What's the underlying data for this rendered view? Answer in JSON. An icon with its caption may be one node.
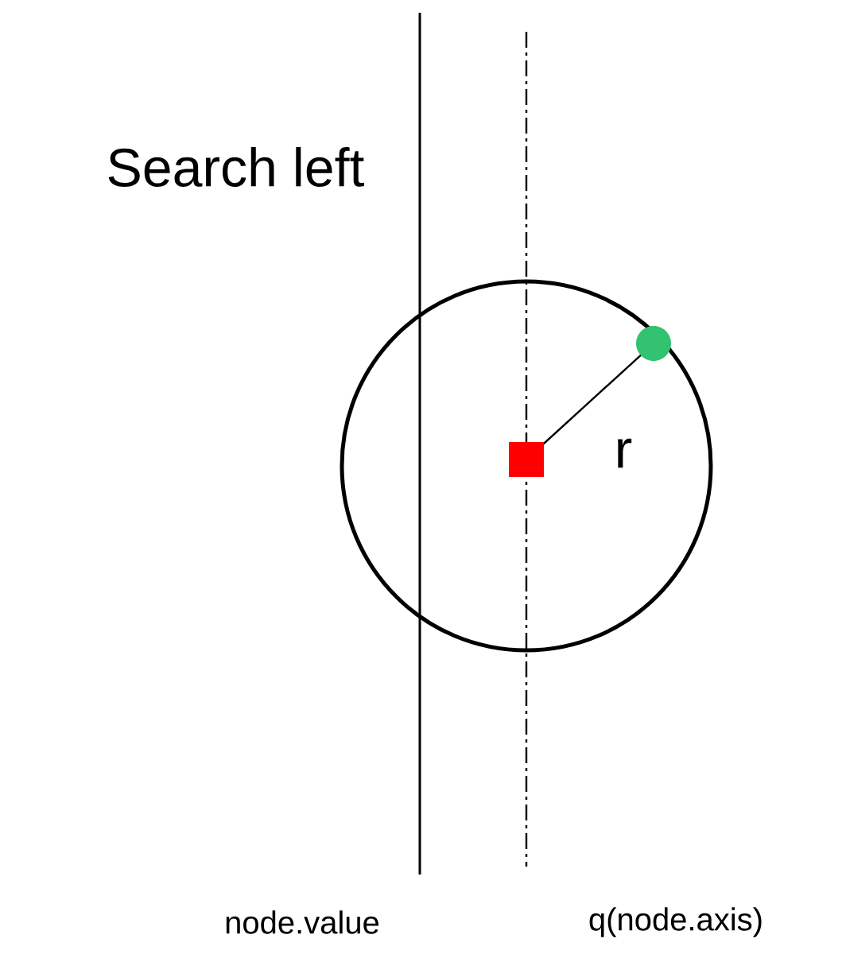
{
  "diagram": {
    "labels": [
      "Search left",
      "r",
      "node.value",
      "q(node.axis)"
    ]
  }
}
